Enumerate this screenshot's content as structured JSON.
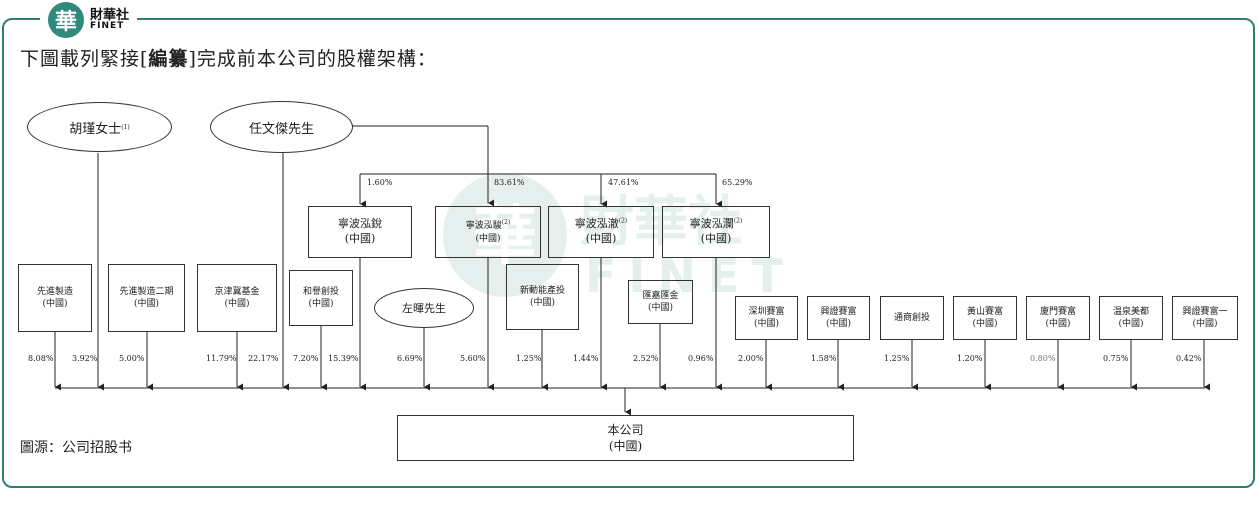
{
  "logo": {
    "glyph": "華",
    "name_cn": "財華社",
    "name_en": "FINET"
  },
  "heading": {
    "prefix": "下圖載列緊接[",
    "bold": "編纂",
    "suffix": "]完成前本公司的股權架構："
  },
  "source": "圖源：公司招股书",
  "persons": {
    "hu": {
      "name": "胡瑾女士",
      "note": "(1)"
    },
    "ren": {
      "name": "任文傑先生"
    },
    "zuo": {
      "name": "左暉先生"
    }
  },
  "ren_links": {
    "rui": "1.60%",
    "jun": "83.61%",
    "che": "47.61%",
    "lan": "65.29%"
  },
  "mid_entities": [
    {
      "name": "寧波泓銳",
      "note": "",
      "loc": "(中國)"
    },
    {
      "name": "寧波泓駿",
      "note": "(2)",
      "loc": "(中國)"
    },
    {
      "name": "寧波泓澈",
      "note": "(2)",
      "loc": "(中國)"
    },
    {
      "name": "寧波泓瀾",
      "note": "(2)",
      "loc": "(中國)"
    }
  ],
  "left_entities": [
    {
      "name": "先進製造",
      "loc": "(中國)"
    },
    {
      "name": "先進製造二期",
      "loc": "(中國)"
    },
    {
      "name": "京津冀基金",
      "loc": "(中國)"
    },
    {
      "name": "和譽創投",
      "loc": "(中國)"
    },
    {
      "name": "新動能產投",
      "loc": "(中國)"
    },
    {
      "name": "匯嘉匯金",
      "loc": "(中國)"
    }
  ],
  "right_entities": [
    {
      "name": "深圳賽富",
      "loc": "(中國)"
    },
    {
      "name": "興證賽富",
      "loc": "(中國)"
    },
    {
      "name": "通商創投",
      "loc": ""
    },
    {
      "name": "黃山賽富",
      "loc": "(中國)"
    },
    {
      "name": "廈門賽富",
      "loc": "(中國)"
    },
    {
      "name": "温泉美都",
      "loc": "(中國)"
    },
    {
      "name": "興證賽富一",
      "loc": "(中國)"
    }
  ],
  "holdings": [
    {
      "label": "8.08%"
    },
    {
      "label": "3.92%"
    },
    {
      "label": "5.00%"
    },
    {
      "label": "11.79%"
    },
    {
      "label": "22.17%"
    },
    {
      "label": "7.20%"
    },
    {
      "label": "15.39%"
    },
    {
      "label": "6.69%"
    },
    {
      "label": "5.60%"
    },
    {
      "label": "1.25%"
    },
    {
      "label": "1.44%"
    },
    {
      "label": "2.52%"
    },
    {
      "label": "0.96%"
    },
    {
      "label": "2.00%"
    },
    {
      "label": "1.58%"
    },
    {
      "label": "1.25%"
    },
    {
      "label": "1.20%"
    },
    {
      "label": "0.80%"
    },
    {
      "label": "0.75%"
    },
    {
      "label": "0.42%"
    }
  ],
  "company": {
    "name": "本公司",
    "loc": "(中國)"
  },
  "colors": {
    "frame": "#2f7f73",
    "logo": "#2f8a7c",
    "watermark": "#2f8a7c"
  }
}
